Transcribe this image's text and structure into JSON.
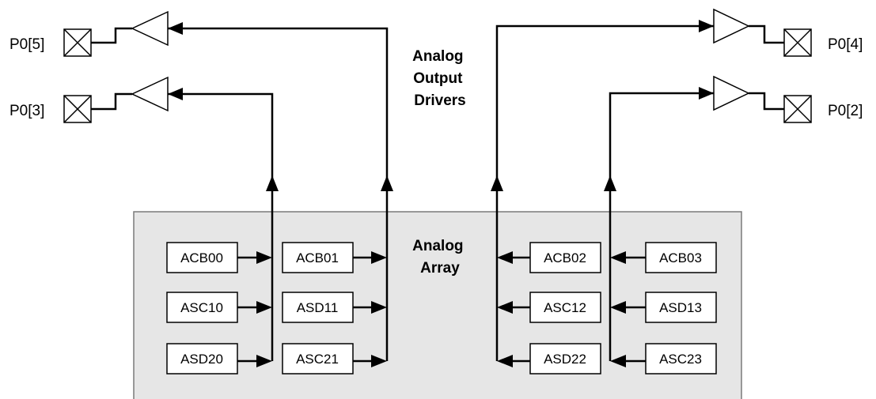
{
  "section_titles": {
    "output_drivers": [
      "Analog",
      "Output",
      "Drivers"
    ],
    "analog_array": [
      "Analog",
      "Array"
    ]
  },
  "pins": {
    "p05": "P0[5]",
    "p03": "P0[3]",
    "p04": "P0[4]",
    "p02": "P0[2]"
  },
  "blocks": {
    "acb00": "ACB00",
    "acb01": "ACB01",
    "acb02": "ACB02",
    "acb03": "ACB03",
    "asc10": "ASC10",
    "asd11": "ASD11",
    "asc12": "ASC12",
    "asd13": "ASD13",
    "asd20": "ASD20",
    "asc21": "ASC21",
    "asd22": "ASD22",
    "asc23": "ASC23"
  },
  "colors": {
    "array_fill": "#e6e6e6",
    "array_stroke": "#7a7a7a",
    "line": "#000000",
    "block_fill": "#ffffff"
  }
}
